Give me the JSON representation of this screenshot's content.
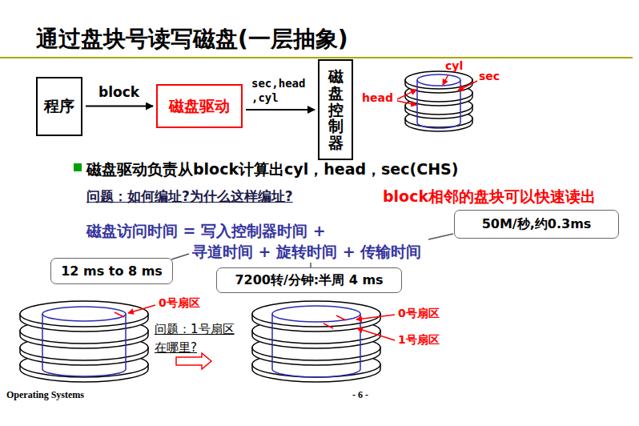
{
  "diagram": {
    "title": "通过盘块号读写磁盘(一层抽象)",
    "nodes": [
      {
        "text": [
          "程序"
        ]
      },
      {
        "text": [
          "磁盘驱动"
        ]
      },
      {
        "text": [
          "磁盘控制器"
        ]
      },
      {
        "text": [
          "50M/秒,约0.3ms"
        ]
      },
      {
        "text": [
          "12 ms to 8 ms"
        ]
      },
      {
        "text": [
          "7200转/分钟:半周 4 ms"
        ]
      }
    ],
    "edges": [
      {
        "from": 0,
        "to": 1,
        "label": "block",
        "arrow": "to"
      },
      {
        "from": 1,
        "to": 2,
        "label": "sec,head ,cyl",
        "arrow": "to"
      }
    ],
    "labels": [
      "cyl",
      "sec",
      "head",
      "磁盘驱动负责从block计算出cyl，head，sec(CHS)",
      "问题：如何编址?为什么这样编址?",
      "block相邻的盘块可以快速读出",
      "磁盘访问时间 = 写入控制器时间 +",
      "寻道时间 + 旋转时间 + 传输时间",
      "0号扇区",
      "问题：1号扇区在哪里?",
      "0号扇区",
      "1号扇区",
      "Operating Systems",
      "- 6 -"
    ]
  }
}
